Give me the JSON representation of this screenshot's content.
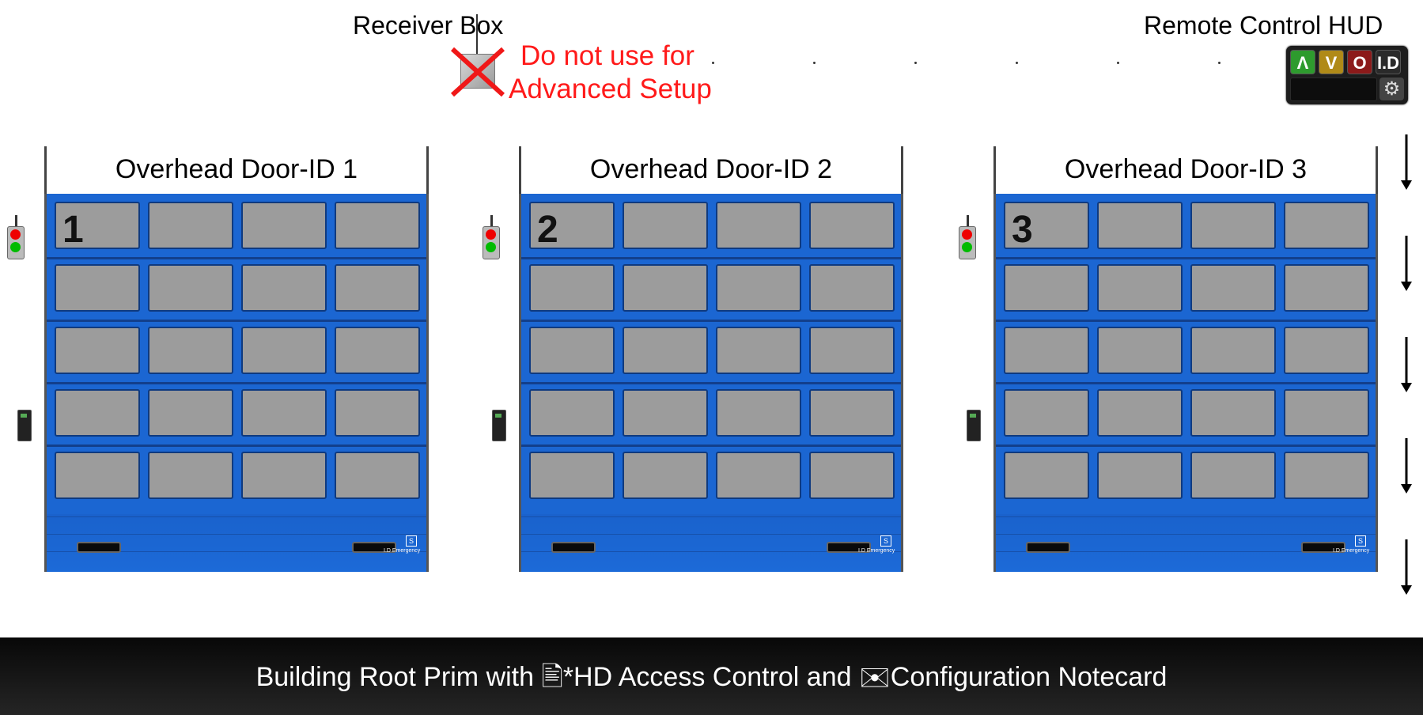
{
  "labels": {
    "receiver_box": "Receiver Box",
    "remote_hud": "Remote Control HUD",
    "warning_line1": "Do not use for",
    "warning_line2": "Advanced Setup"
  },
  "hud": {
    "buttons": [
      {
        "icon": "up-chevron-icon",
        "color": "#2e9b2e",
        "glyph": "Λ"
      },
      {
        "icon": "down-chevron-icon",
        "color": "#b08a18",
        "glyph": "V"
      },
      {
        "icon": "stop-circle-icon",
        "color": "#8c1a1a",
        "glyph": "O"
      },
      {
        "icon": "hd-logo-icon",
        "color": "#2a2a2a",
        "glyph": "I.D"
      }
    ],
    "settings_glyph": "⚙"
  },
  "doors": [
    {
      "title": "Overhead Door-ID 1",
      "number": "1"
    },
    {
      "title": "Overhead Door-ID 2",
      "number": "2"
    },
    {
      "title": "Overhead Door-ID 3",
      "number": "3"
    }
  ],
  "door_branding": {
    "brand": "I.D Emergency",
    "badge": "S"
  },
  "bottom_bar": {
    "text": "Building Root Prim with 🖹*HD Access Control and ✉Configuration Notecard"
  },
  "colors": {
    "door_blue": "#1b66d2",
    "warning_red": "#ff1a1a"
  }
}
